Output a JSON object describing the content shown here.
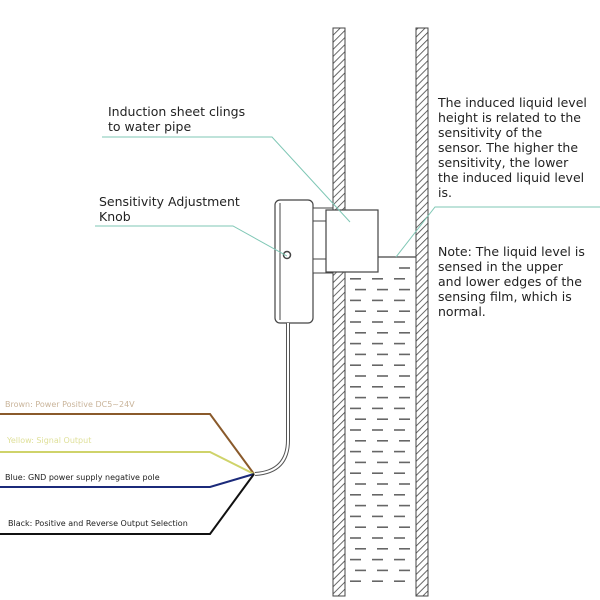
{
  "labels": {
    "induction_sheet": "Induction sheet clings\nto water pipe",
    "sensitivity_knob": "Sensitivity Adjustment\nKnob",
    "induced_level": "The induced liquid level\nheight is related to the\nsensitivity of the\nsensor. The higher the\nsensitivity, the lower\nthe induced liquid level\nis.",
    "note": "Note: The liquid level is\nsensed in the upper\nand lower edges of the\nsensing film, which is\nnormal."
  },
  "wires": [
    {
      "label": "Brown: Power Positive DC5~24V",
      "color": "#8a5a2b",
      "text_color": "#c9b49a"
    },
    {
      "label": "Yellow: Signal Output",
      "color": "#cfd36a",
      "text_color": "#dfe09a"
    },
    {
      "label": "Blue: GND power supply negative pole",
      "color": "#1b2a7a",
      "text_color": "#222"
    },
    {
      "label": "Black: Positive and Reverse Output Selection",
      "color": "#111111",
      "text_color": "#222"
    }
  ],
  "colors": {
    "leader": "#7fc7b5",
    "outline": "#444444"
  }
}
